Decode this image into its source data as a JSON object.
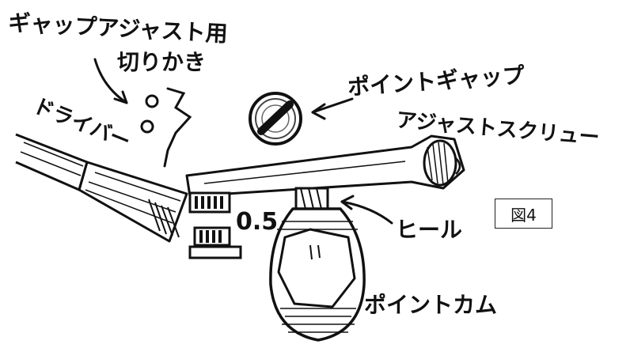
{
  "labels": {
    "gap_notch_line1": "ギャップアジャスト用",
    "gap_notch_line2": "切りかき",
    "driver": "ドライバー",
    "point_gap_screw_line1": "ポイントギャップ",
    "point_gap_screw_line2": "アジャストスクリュー",
    "thickness": "0.5",
    "heel": "ヒール",
    "point_cam": "ポイントカム"
  },
  "figure_label": "図4",
  "colors": {
    "ink": "#111111",
    "paper": "#ffffff"
  }
}
